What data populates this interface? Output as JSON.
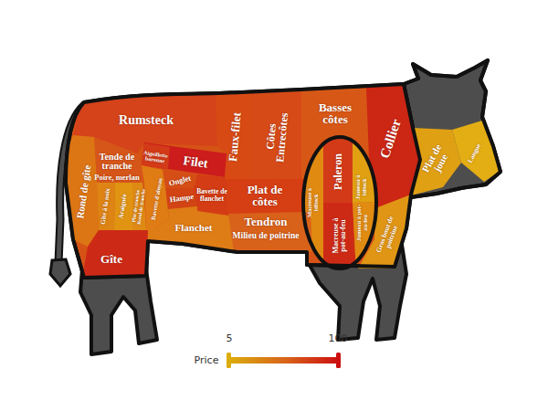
{
  "diagram": {
    "nodes": [
      {
        "text": [
          "Rumsteck"
        ]
      },
      {
        "text": [
          "Faux-filet"
        ]
      },
      {
        "text": [
          "Côtes Entrecôtes"
        ]
      },
      {
        "text": [
          "Basses côtes"
        ]
      },
      {
        "text": [
          "Collier"
        ]
      },
      {
        "text": [
          "Plat de joue"
        ]
      },
      {
        "text": [
          "Langue"
        ]
      },
      {
        "text": [
          "Tende de tranche",
          "Poire, merlan"
        ]
      },
      {
        "text": [
          "Filet"
        ]
      },
      {
        "text": [
          "Aiguillette baronne"
        ],
        "in": 8
      },
      {
        "text": [
          "Onglet"
        ]
      },
      {
        "text": [
          "Hampe"
        ]
      },
      {
        "text": [
          "Bavette de flanchet"
        ]
      },
      {
        "text": [
          "Plat de côtes"
        ]
      },
      {
        "text": [
          "Macreuse à bifteck"
        ]
      },
      {
        "text": [
          "Paleron"
        ]
      },
      {
        "text": [
          "Jumeau à bifteck"
        ]
      },
      {
        "text": [
          "Rond de gîte"
        ]
      },
      {
        "text": [
          "Gîte à la noix"
        ]
      },
      {
        "text": [
          "Araignée"
        ]
      },
      {
        "text": [
          "Plat de tranche Rond de tranche"
        ]
      },
      {
        "text": [
          "Bavette d'aloyau"
        ]
      },
      {
        "text": [
          "Flanchet"
        ]
      },
      {
        "text": [
          "Tendron",
          "Milieu de poitrine"
        ]
      },
      {
        "text": [
          "Macreuse à pot-au-feu"
        ]
      },
      {
        "text": [
          "Jumeau à pot-au-feu"
        ]
      },
      {
        "text": [
          "Gros bout de poitrine"
        ]
      },
      {
        "text": [
          "Gîte"
        ]
      }
    ],
    "labels": [
      "Price",
      "5",
      "100"
    ]
  }
}
